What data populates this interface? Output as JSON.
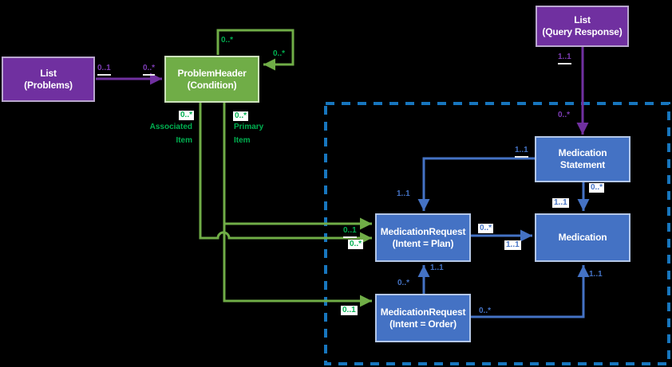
{
  "diagram": {
    "nodes": {
      "list_problems": {
        "line1": "List",
        "line2": "(Problems)"
      },
      "problem_header": {
        "line1": "ProblemHeader",
        "line2": "(Condition)"
      },
      "list_query_response": {
        "line1": "List",
        "line2": "(Query Response)"
      },
      "medication_statement": {
        "line1": "Medication",
        "line2": "Statement"
      },
      "medication_request_plan": {
        "line1": "MedicationRequest",
        "line2": "(Intent = Plan)"
      },
      "medication": {
        "line1": "Medication",
        "line2": ""
      },
      "medication_request_order": {
        "line1": "MedicationRequest",
        "line2": "(Intent = Order)"
      }
    },
    "edges": {
      "list_problems_to_problem_header": {
        "source_mult": "0..1",
        "target_mult": "0..*"
      },
      "problem_header_self": {
        "source_mult": "0..*",
        "target_mult": "0..*"
      },
      "associated_item": {
        "source_mult": "0..*",
        "name_line1": "Associated",
        "name_line2": "Item",
        "target_mult": "0..*"
      },
      "primary_item": {
        "source_mult": "0..*",
        "name_line1": "Primary",
        "name_line2": "Item",
        "plan_target_mult": "0..1",
        "order_target_mult": "0..1"
      },
      "list_query_response_to_medication_statement": {
        "source_mult": "1..1",
        "target_mult": "0..*"
      },
      "medication_statement_to_plan": {
        "source_mult": "1..1",
        "target_mult": "1..1"
      },
      "medication_statement_to_medication": {
        "source_mult": "0..*",
        "target_mult": "1..1"
      },
      "plan_to_medication": {
        "source_mult": "0..*",
        "target_mult": "1..1"
      },
      "order_to_plan": {
        "source_mult": "0..*",
        "target_mult": "1..1"
      },
      "order_to_medication": {
        "source_mult": "0..*",
        "target_mult": "1..1"
      }
    },
    "colors": {
      "background": "#000000",
      "list_fill": "#7030A0",
      "list_border": "#B9A7CE",
      "condition_fill": "#70AD47",
      "condition_border": "#CDE2BC",
      "medication_fill": "#4472C4",
      "medication_border": "#B4C7E7",
      "purple_connector": "#7030A0",
      "green_connector": "#70AD47",
      "green_label_text": "#00B050",
      "blue_connector": "#4472C4",
      "boundary_dash": "#1776BE",
      "node_text": "#FFFFFF"
    }
  }
}
